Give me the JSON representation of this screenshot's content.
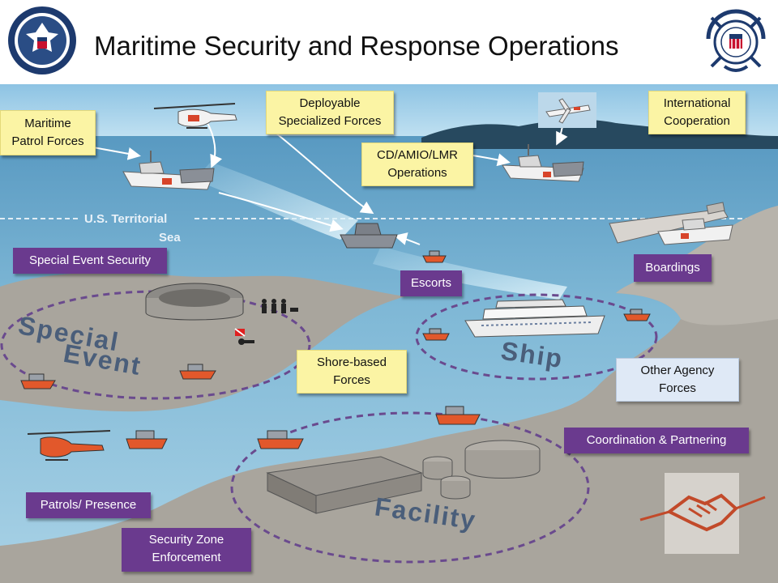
{
  "header": {
    "title": "Maritime Security and Response Operations",
    "left_logo": "dhs-seal-icon",
    "right_logo": "uscg-emblem-icon"
  },
  "callouts": {
    "maritime_patrol": [
      "Maritime",
      "Patrol Forces"
    ],
    "deployable": [
      "Deployable",
      "Specialized Forces"
    ],
    "international": [
      "International",
      "Cooperation"
    ],
    "cd_amio": [
      "CD/AMIO/LMR",
      "Operations"
    ],
    "special_event_security": "Special Event Security",
    "boardings": "Boardings",
    "escorts": "Escorts",
    "shore_based": [
      "Shore-based",
      "Forces"
    ],
    "other_agency": [
      "Other Agency",
      "Forces"
    ],
    "coordination": "Coordination & Partnering",
    "patrols_presence": "Patrols/ Presence",
    "security_zone": [
      "Security Zone",
      "Enforcement"
    ]
  },
  "labels": {
    "territorial_sea": [
      "U.S. Territorial",
      "Sea"
    ],
    "special_event_zone": [
      "Special",
      "Event"
    ],
    "ship_zone": "Ship",
    "facility_zone": "Facility"
  },
  "icons": [
    "helicopter-icon",
    "patrol-boat-icon",
    "cutter-icon",
    "aircraft-icon",
    "stadium-icon",
    "cruise-ship-icon",
    "tanker-icon",
    "dive-flag-icon",
    "handshake-icon",
    "facility-building-icon"
  ],
  "colors": {
    "callout_yellow": "#fbf4a4",
    "callout_purple": "#6a3a8e",
    "callout_lightblue": "#dfe9f6",
    "zone_dash": "#6a4a8e",
    "sea": "#5f9ec2",
    "land": "#a9a59d",
    "coast_guard_orange": "#e2582b"
  }
}
